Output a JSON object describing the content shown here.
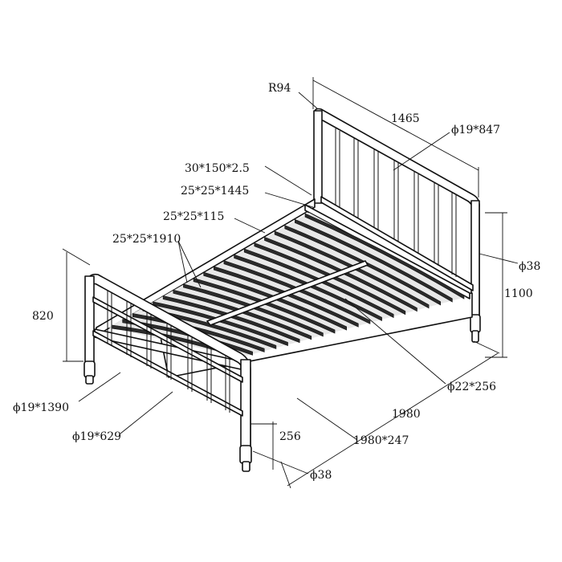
{
  "labels": {
    "r94": "R94",
    "headboard_width": "1465",
    "headboard_tube": "ϕ19*847",
    "slat_section": "30*150*2.5",
    "side_rail_a": "25*25*1445",
    "side_rail_b": "25*25*115",
    "side_rail_c": "25*25*1910",
    "post_dia_head": "ϕ38",
    "head_height": "1100",
    "foot_height": "820",
    "foot_tube_long": "ϕ19*1390",
    "foot_tube_short": "ϕ19*629",
    "center_tube": "ϕ22*256",
    "length": "1980",
    "side_board": "1980*247",
    "leg_height": "256",
    "post_dia_foot": "ϕ38"
  },
  "colors": {
    "line": "#111111",
    "slat": "#2b2b2b",
    "background": "#ffffff"
  }
}
